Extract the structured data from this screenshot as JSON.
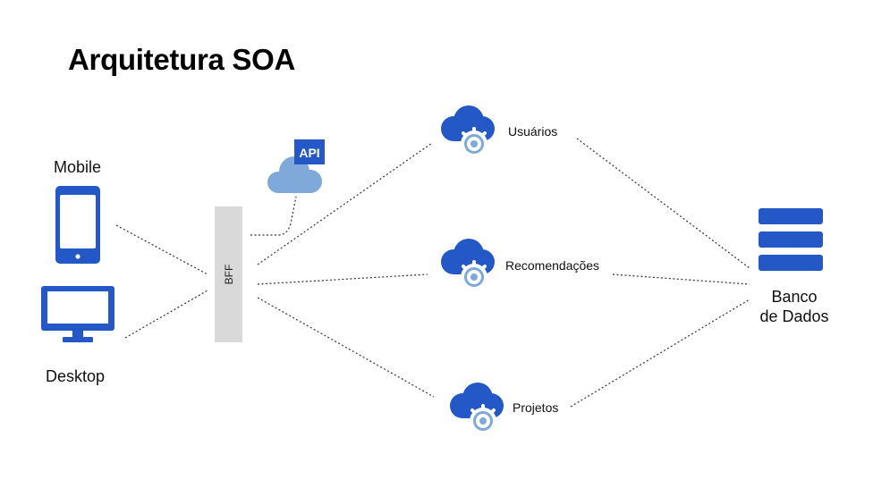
{
  "title": "Arquitetura SOA",
  "clients": {
    "mobile_label": "Mobile",
    "desktop_label": "Desktop"
  },
  "bff": {
    "label": "BFF"
  },
  "api_badge": {
    "label": "API"
  },
  "services": [
    {
      "label": "Usuários"
    },
    {
      "label": "Recomendações"
    },
    {
      "label": "Projetos"
    }
  ],
  "database": {
    "label_line1": "Banco",
    "label_line2": "de Dados"
  },
  "colors": {
    "primary_blue": "#2458c6",
    "light_blue": "#7ea9d9",
    "bff_gray": "#d9d9d9",
    "connector": "#333333"
  },
  "icons": {
    "mobile": "smartphone-icon",
    "desktop": "monitor-icon",
    "api": "api-cloud-icon",
    "service": "cloud-gear-icon",
    "database": "database-stack-icon"
  }
}
